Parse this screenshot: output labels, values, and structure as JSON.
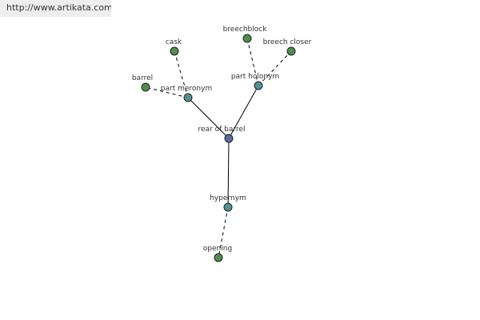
{
  "banner": {
    "url": "http://www.artikata.com"
  },
  "colors": {
    "center": "#5b6aa0",
    "relation": "#4f9392",
    "leaf": "#4f8f4c",
    "stroke": "#222222",
    "edge": "#000000"
  },
  "nodes": [
    {
      "id": "center",
      "label": "rear of barrel",
      "kind": "center"
    },
    {
      "id": "part-meronym",
      "label": "part meronym",
      "kind": "relation"
    },
    {
      "id": "part-holonym",
      "label": "part holonym",
      "kind": "relation"
    },
    {
      "id": "hypernym",
      "label": "hypernym",
      "kind": "relation"
    },
    {
      "id": "cask",
      "label": "cask",
      "kind": "leaf"
    },
    {
      "id": "barrel",
      "label": "barrel",
      "kind": "leaf"
    },
    {
      "id": "breechblock",
      "label": "breechblock",
      "kind": "leaf"
    },
    {
      "id": "breech-closer",
      "label": "breech closer",
      "kind": "leaf"
    },
    {
      "id": "opening",
      "label": "opening",
      "kind": "leaf"
    }
  ],
  "edges": [
    {
      "from": "center",
      "to": "part-meronym",
      "style": "solid"
    },
    {
      "from": "center",
      "to": "part-holonym",
      "style": "solid"
    },
    {
      "from": "center",
      "to": "hypernym",
      "style": "solid"
    },
    {
      "from": "part-meronym",
      "to": "cask",
      "style": "dashed"
    },
    {
      "from": "part-meronym",
      "to": "barrel",
      "style": "dashed"
    },
    {
      "from": "part-holonym",
      "to": "breechblock",
      "style": "dashed"
    },
    {
      "from": "part-holonym",
      "to": "breech-closer",
      "style": "dashed"
    },
    {
      "from": "hypernym",
      "to": "opening",
      "style": "dashed"
    }
  ]
}
